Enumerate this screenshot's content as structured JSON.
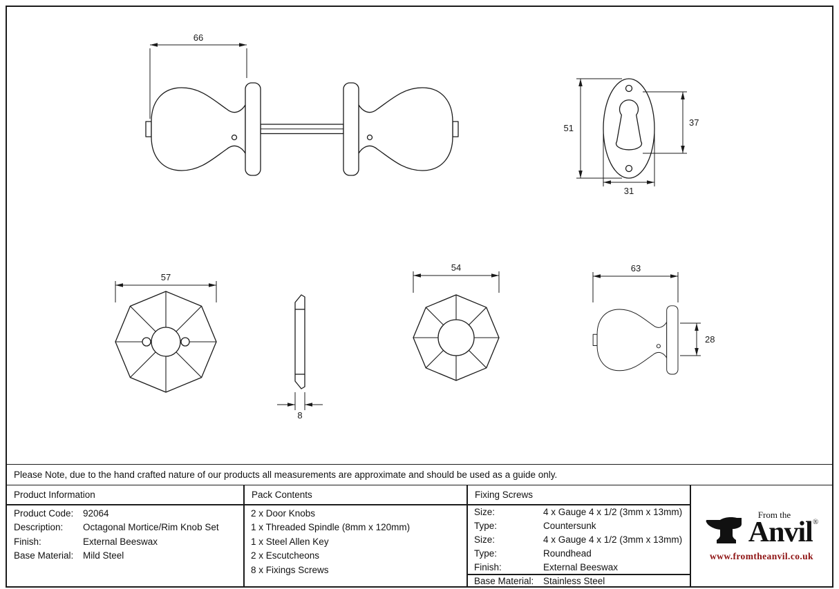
{
  "note": "Please Note, due to the hand crafted nature of our products all measurements are approximate and should be used as a guide only.",
  "dims": {
    "knob_length": "66",
    "escutcheon_height": "51",
    "keyhole_span": "37",
    "escutcheon_width": "31",
    "rose_diameter": "57",
    "rose_thickness": "8",
    "knob_face": "54",
    "knob_projection": "63",
    "knob_neck": "28"
  },
  "table": {
    "product_information": {
      "header": "Product Information",
      "rows": [
        {
          "label": "Product Code:",
          "value": "92064"
        },
        {
          "label": "Description:",
          "value": "Octagonal Mortice/Rim Knob Set"
        },
        {
          "label": "Finish:",
          "value": "External Beeswax"
        },
        {
          "label": "Base Material:",
          "value": "Mild Steel"
        }
      ]
    },
    "pack_contents": {
      "header": "Pack Contents",
      "items": [
        "2 x Door Knobs",
        "1 x Threaded Spindle (8mm x 120mm)",
        "1 x Steel Allen Key",
        "2 x Escutcheons",
        "8 x Fixings Screws"
      ]
    },
    "fixing_screws": {
      "header": "Fixing Screws",
      "rows": [
        {
          "label": "Size:",
          "value": "4 x Gauge 4 x 1/2 (3mm x 13mm)"
        },
        {
          "label": "Type:",
          "value": "Countersunk"
        },
        {
          "label": "Size:",
          "value": "4 x Gauge 4 x 1/2 (3mm x 13mm)"
        },
        {
          "label": "Type:",
          "value": "Roundhead"
        },
        {
          "label": "Finish:",
          "value": "External Beeswax"
        },
        {
          "label": "Base Material:",
          "value": "Stainless Steel"
        }
      ]
    }
  },
  "logo": {
    "top_text": "From the",
    "name": "Anvil",
    "registered": "®",
    "url": "www.fromtheanvil.co.uk"
  }
}
